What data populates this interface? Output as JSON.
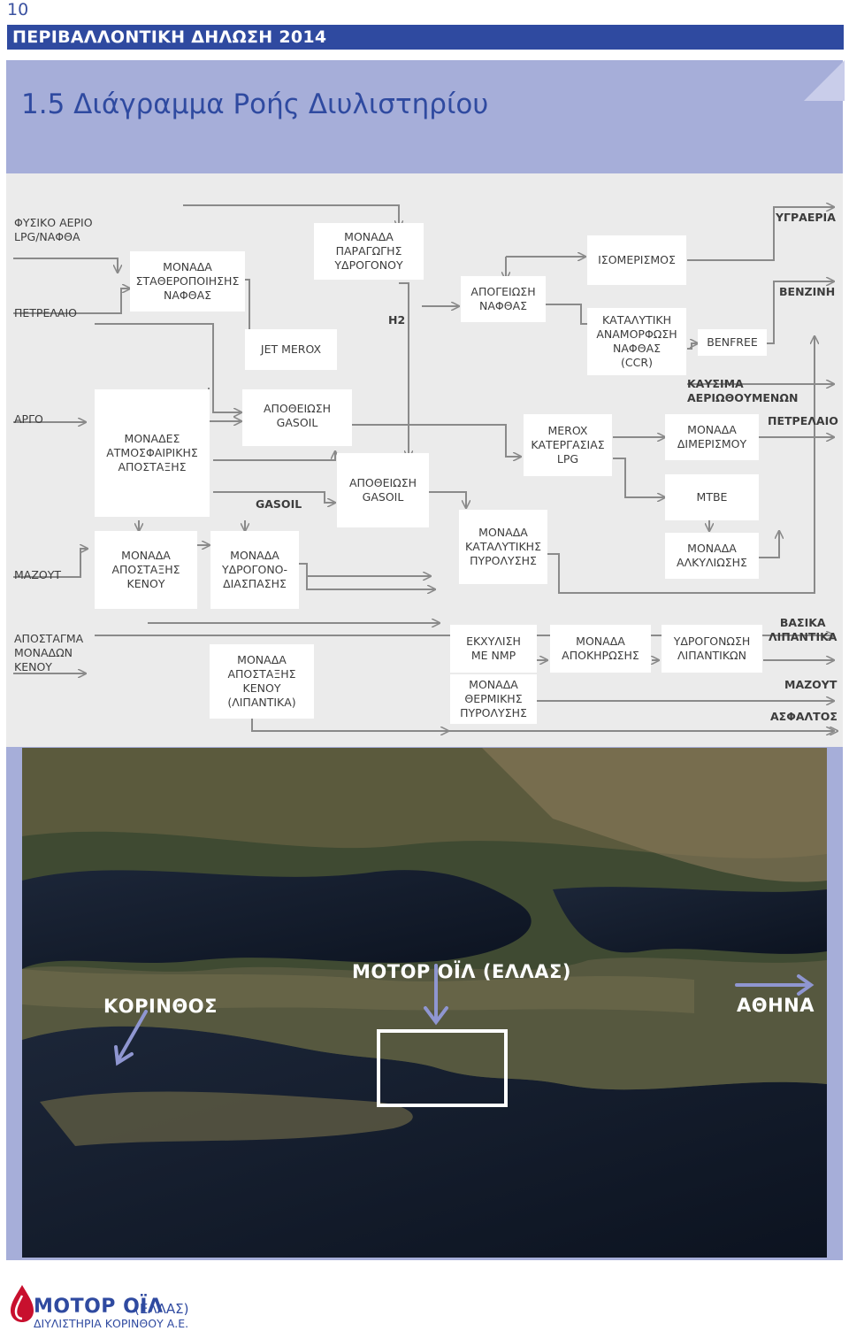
{
  "header": {
    "page_number": "10",
    "title": "ΠΕΡΙΒΑΛΛΟΝΤΙΚΗ ΔΗΛΩΣΗ 2014",
    "section": "1.5 Διάγραμμα Ροής Διυλιστηρίου"
  },
  "inputs": {
    "gas_lpg": [
      "ΦΥΣΙΚΟ ΑΕΡΙΟ",
      "LPG/ΝΑΦΘΑ"
    ],
    "crude": "ΠΕΤΡΕΛΑΙΟ",
    "argo": "ΑΡΓΟ",
    "mazout": "ΜΑΖΟΥΤ",
    "vacuum": [
      "ΑΠΟΣΤΑΓΜΑ",
      "ΜΟΝΑΔΩΝ",
      "ΚΕΝΟΥ"
    ]
  },
  "units": {
    "naphtha_stab": [
      "ΜΟΝΑΔΑ",
      "ΣΤΑΘΕΡΟΠΟΙΗΣΗΣ",
      "ΝΑΦΘΑΣ"
    ],
    "h2_plant": [
      "ΜΟΝΑΔΑ",
      "ΠΑΡΑΓΩΓΗΣ",
      "ΥΔΡΟΓΟΝΟΥ"
    ],
    "naphtha_desulf": [
      "ΑΠΟΓΕΙΩΣΗ",
      "ΝΑΦΘΑΣ"
    ],
    "isomer": "ΙΣΟΜΕΡΙΣΜΟΣ",
    "ccr": [
      "ΚΑΤΑΛΥΤΙΚΗ",
      "ΑΝΑΜΟΡΦΩΣΗ",
      "ΝΑΦΘΑΣ",
      "(CCR)"
    ],
    "benfree": "BENFREE",
    "jet_merox": "JET MEROX",
    "cdu": [
      "ΜΟΝΑΔΕΣ",
      "ΑΤΜΟΣΦΑΙΡΙΚΗΣ",
      "ΑΠΟΣΤΑΞΗΣ"
    ],
    "gasoil_hds1": [
      "ΑΠΟΘΕΙΩΣΗ",
      "GASOIL"
    ],
    "gasoil_hds2": [
      "ΑΠΟΘΕΙΩΣΗ",
      "GASOIL"
    ],
    "merox_lpg": [
      "MEROX",
      "ΚΑΤΕΡΓΑΣΙΑΣ",
      "LPG"
    ],
    "dimer": [
      "ΜΟΝΑΔΑ",
      "ΔΙΜΕΡΙΣΜΟΥ"
    ],
    "mtbe": "MTBE",
    "vdu": [
      "ΜΟΝΑΔΑ",
      "ΑΠΟΣΤΑΞΗΣ",
      "ΚΕΝΟΥ"
    ],
    "hydrocracker": [
      "ΜΟΝΑΔΑ",
      "ΥΔΡΟΓΟΝΟ-",
      "ΔΙΑΣΠΑΣΗΣ"
    ],
    "fcc": [
      "ΜΟΝΑΔΑ",
      "ΚΑΤΑΛΥΤΙΚΗΣ",
      "ΠΥΡΟΛΥΣΗΣ"
    ],
    "alkyl": [
      "ΜΟΝΑΔΑ",
      "ΑΛΚΥΛΙΩΣΗΣ"
    ],
    "vdu_lube": [
      "ΜΟΝΑΔΑ",
      "ΑΠΟΣΤΑΞΗΣ",
      "ΚΕΝΟΥ",
      "(ΛΙΠΑΝΤΙΚΑ)"
    ],
    "nmp": [
      "ΕΚΧΥΛΙΣΗ",
      "ΜΕ NMP"
    ],
    "thermal": [
      "ΜΟΝΑΔΑ",
      "ΘΕΡΜΙΚΗΣ",
      "ΠΥΡΟΛΥΣΗΣ"
    ],
    "dewax": [
      "ΜΟΝΑΔΑ",
      "ΑΠΟΚΗΡΩΣΗΣ"
    ],
    "lube_hydro": [
      "ΥΔΡΟΓΟΝΩΣΗ",
      "ΛΙΠΑΝΤΙΚΩΝ"
    ]
  },
  "labels": {
    "h2": "H2",
    "gasoil": "GASOIL"
  },
  "outputs": {
    "lpg": "ΥΓΡΑΕΡΙΑ",
    "gasoline": "ΒΕΝΖΙΝΗ",
    "jet": "ΚΑΥΣΙΜΑ ΑΕΡΙΩΘΟΥΜΕΝΩΝ",
    "diesel": "ΠΕΤΡΕΛΑΙΟ",
    "base_oils": [
      "ΒΑΣΙΚΑ",
      "ΛΙΠΑΝΤΙΚΑ"
    ],
    "fuel_oil": "ΜΑΖΟΥΤ",
    "asphalt": "ΑΣΦΑΛΤΟΣ"
  },
  "photo": {
    "korinthos": "ΚΟΡΙΝΘΟΣ",
    "motoroil": "ΜΟΤΟΡ ΟΪΛ (ΕΛΛΑΣ)",
    "athina": "ΑΘΗΝΑ"
  },
  "footer": {
    "brand": "ΜΟΤΟΡ ΟΪΛ",
    "brand_suffix": "(ΕΛΛΑΣ)",
    "subtitle": "ΔΙΥΛΙΣΤΗΡΙΑ ΚΟΡΙΝΘΟΥ Α.Ε."
  },
  "colors": {
    "primary": "#2f4aa0",
    "panel": "#a6aed9",
    "diagram_bg": "#ebebeb",
    "line": "#8a8a8a",
    "logo_red": "#c8102e"
  }
}
